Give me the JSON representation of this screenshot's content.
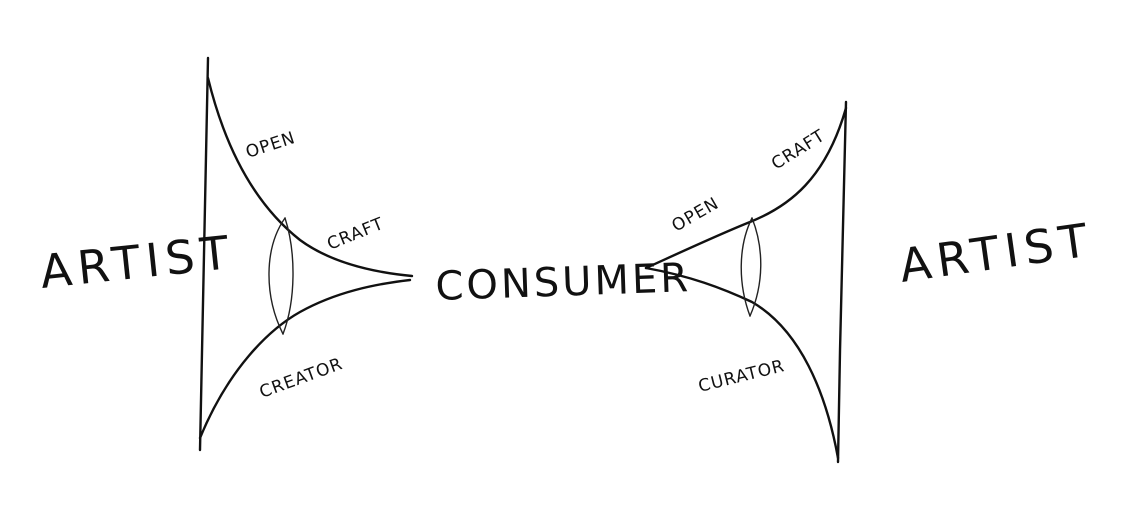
{
  "left_diagram": {
    "artist_label": "ARTIST",
    "open_label": "OPEN",
    "craft_label": "CRAFT",
    "creator_label": "CREATOR"
  },
  "center": {
    "consumer_label": "CONSUMER"
  },
  "right_diagram": {
    "artist_label": "ARTIST",
    "open_label": "OPEN",
    "craft_label": "CRAFT",
    "curator_label": "CURATOR"
  },
  "colors": {
    "ink": "#111111",
    "paper": "#ffffff"
  }
}
